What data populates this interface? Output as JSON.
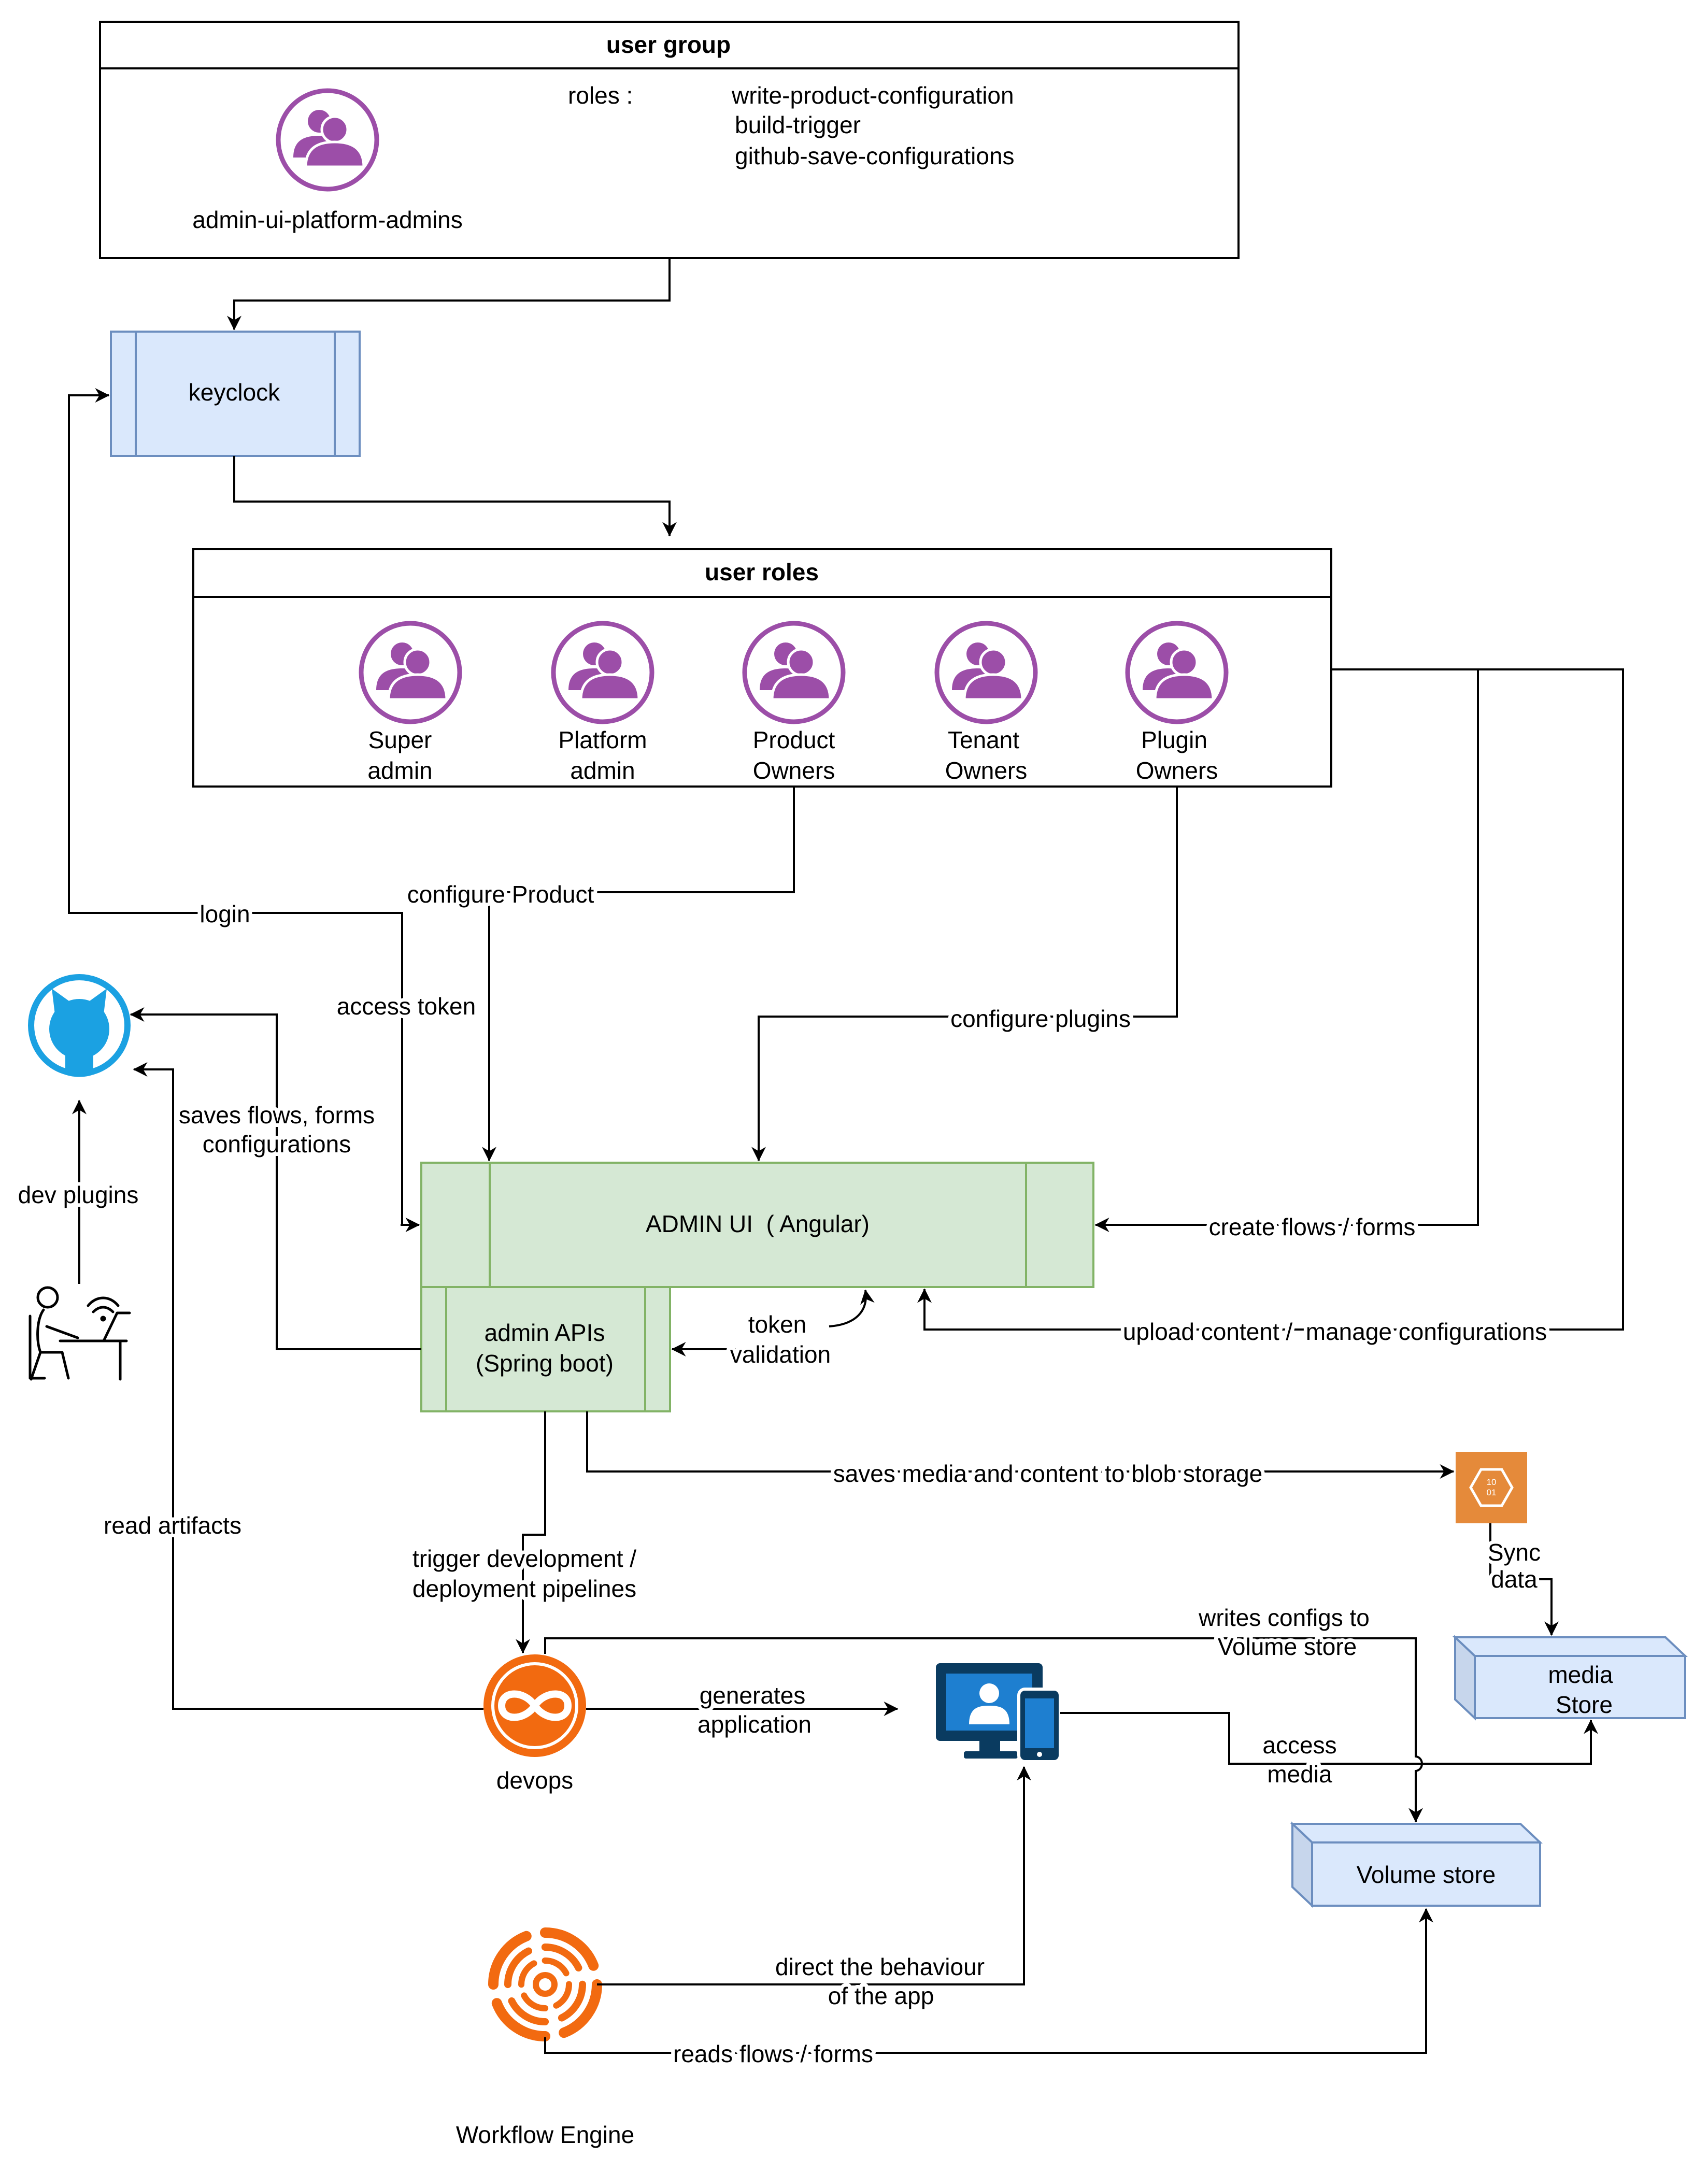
{
  "user_group": {
    "title": "user group",
    "member": "admin-ui-platform-admins",
    "roles_label": "roles :",
    "roles": [
      "write-product-configuration",
      "build-trigger",
      "github-save-configurations"
    ]
  },
  "keycloak": {
    "label": "keyclock"
  },
  "user_roles": {
    "title": "user roles",
    "roles": [
      {
        "line1": "Super",
        "line2": "admin"
      },
      {
        "line1": "Platform",
        "line2": "admin"
      },
      {
        "line1": "Product",
        "line2": "Owners"
      },
      {
        "line1": "Tenant",
        "line2": "Owners"
      },
      {
        "line1": "Plugin",
        "line2": "Owners"
      }
    ]
  },
  "admin_ui": {
    "label": "ADMIN UI  ( Angular)"
  },
  "admin_apis": {
    "line1": "admin APIs",
    "line2": "(Spring boot)"
  },
  "devops": {
    "label": "devops"
  },
  "workflow_engine": {
    "label": "Workflow Engine"
  },
  "media_store": {
    "line1": "media",
    "line2": "Store"
  },
  "volume_store": {
    "label": "Volume store"
  },
  "edges": {
    "login": "login",
    "access_token": "access token",
    "configure_product": "configure Product",
    "configure_plugins": "configure plugins",
    "saves_flows": [
      "saves flows, forms",
      "configurations"
    ],
    "dev_plugins": "dev plugins",
    "create_flows": "create flows / forms",
    "upload_content": "upload content /  manage configurations",
    "token_validation": [
      "token",
      "validation"
    ],
    "saves_media": "saves media and content to blob storage",
    "read_artifacts": "read artifacts",
    "trigger_pipelines": [
      "trigger development /",
      "deployment pipelines"
    ],
    "writes_configs": [
      "writes configs to",
      "Volume store"
    ],
    "sync_data": [
      "Sync",
      "data"
    ],
    "generates_application": [
      "generates",
      "application"
    ],
    "access_media": [
      "access",
      "media"
    ],
    "direct_behaviour": [
      "direct the behaviour",
      "of the app"
    ],
    "reads_flows": "reads flows / forms"
  },
  "colors": {
    "role_icon": "#9c4ea8",
    "keycloak_fill": "#dae8fc",
    "keycloak_stroke": "#6c8ebf",
    "admin_fill": "#d5e8d4",
    "admin_stroke": "#82b366",
    "github": "#1ba1e2",
    "devops": "#f26a10",
    "blob": "#e58a3a",
    "app_icon_dark": "#0a3b60",
    "app_icon_light": "#1e7fd0"
  },
  "icons": {
    "role": "user-group-icon",
    "github": "github-icon",
    "developer": "developer-at-desk-icon",
    "devops": "devops-infinity-icon",
    "app": "desktop-and-mobile-app-icon",
    "blob": "blob-storage-icon",
    "workflow": "workflow-engine-icon"
  }
}
